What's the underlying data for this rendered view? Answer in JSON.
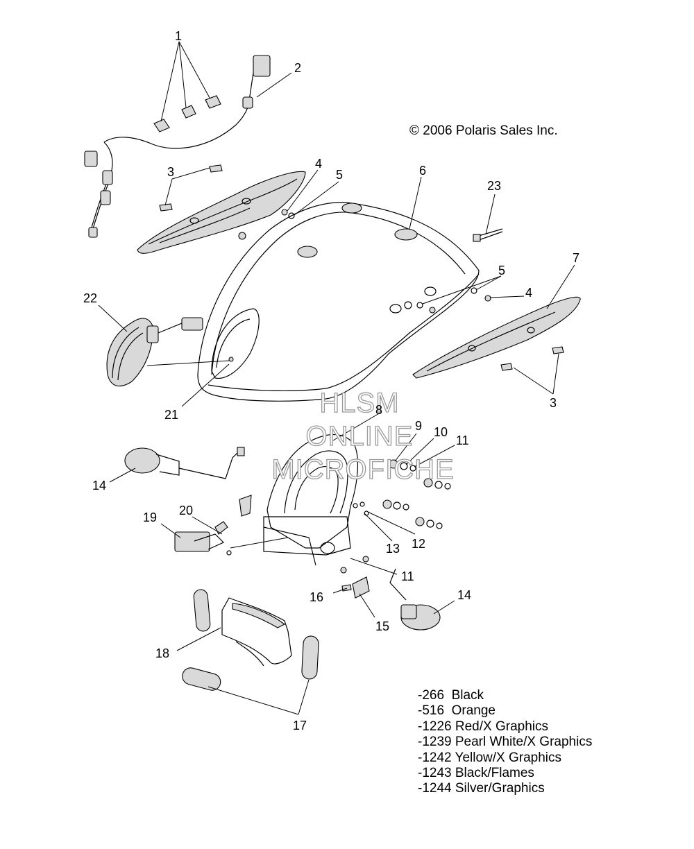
{
  "copyright": "© 2006 Polaris Sales Inc.",
  "watermark": [
    "HLSM",
    "ONLINE",
    "MICROFICHE"
  ],
  "callouts": [
    "1",
    "2",
    "3",
    "4",
    "5",
    "6",
    "23",
    "5",
    "7",
    "4",
    "22",
    "21",
    "3",
    "8",
    "9",
    "10",
    "11",
    "14",
    "20",
    "19",
    "13",
    "12",
    "11",
    "16",
    "14",
    "15",
    "18",
    "17"
  ],
  "legend": [
    "-266  Black",
    "-516  Orange",
    "-1226 Red/X Graphics",
    "-1239 Pearl White/X Graphics",
    "-1242 Yellow/X Graphics",
    "-1243 Black/Flames",
    "-1244 Silver/Graphics"
  ]
}
